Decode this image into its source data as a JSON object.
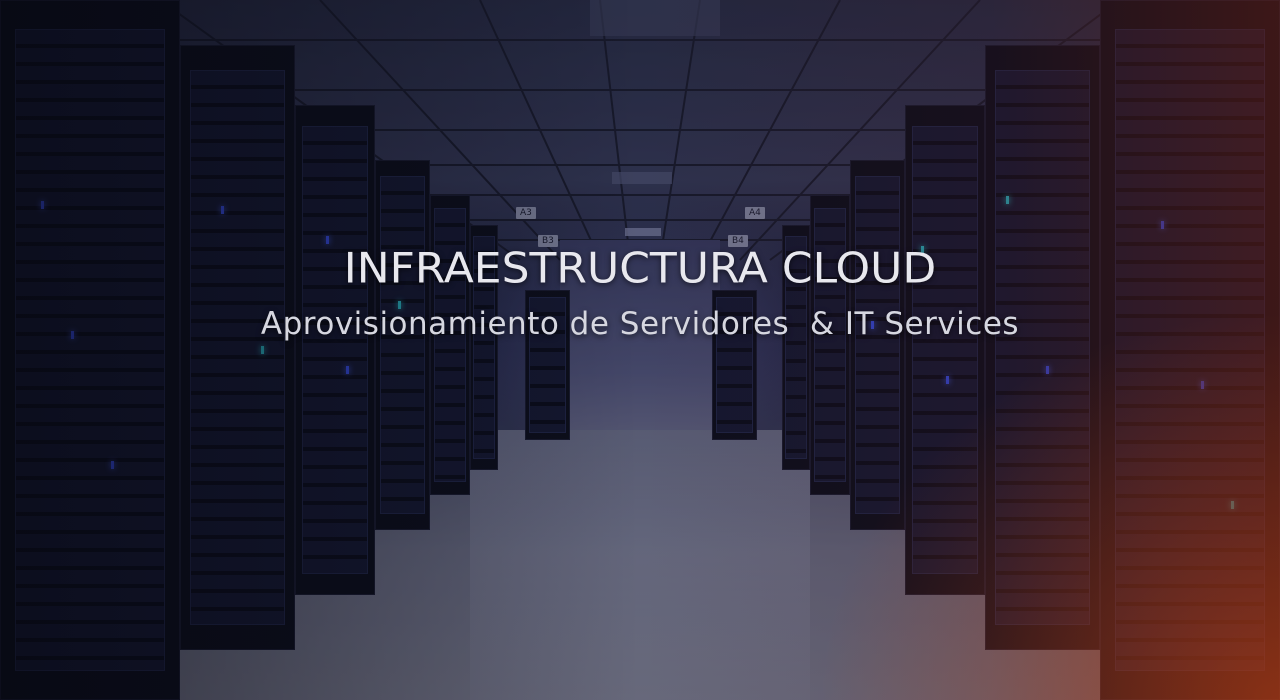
{
  "hero": {
    "title": "INFRAESTRUCTURA CLOUD",
    "subtitle": "Aprovisionamiento de Servidores  & IT Services",
    "background_image": "server-room-corridor",
    "aisle_tags": [
      "A3",
      "B3",
      "A4",
      "B4"
    ],
    "colors": {
      "text": "#e8e8ee",
      "rack_led_blue": "#3d56ff",
      "rack_led_cyan": "#2fd0d8",
      "warm_glow": "#c84614"
    }
  }
}
